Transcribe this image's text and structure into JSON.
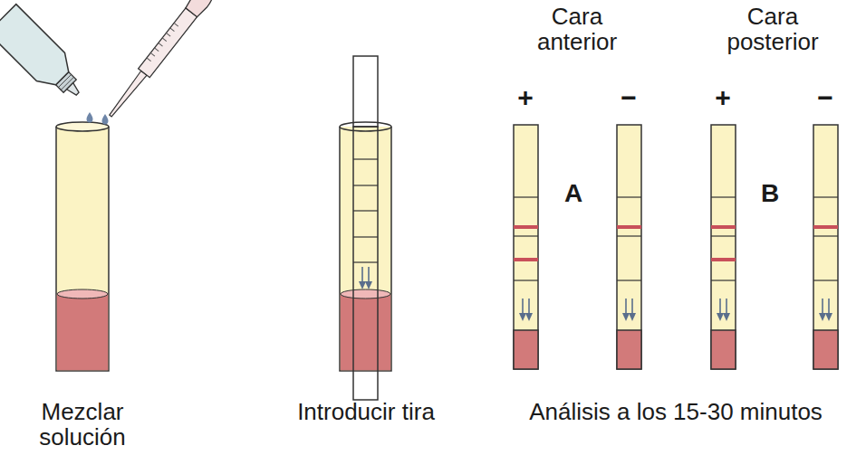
{
  "diagram": {
    "labels": [
      "Cara anterior",
      "Cara posterior",
      "+",
      "−",
      "+",
      "−",
      "A",
      "B",
      "Mezclar solución",
      "Introducir tira",
      "Análisis a los 15-30 minutos"
    ]
  }
}
